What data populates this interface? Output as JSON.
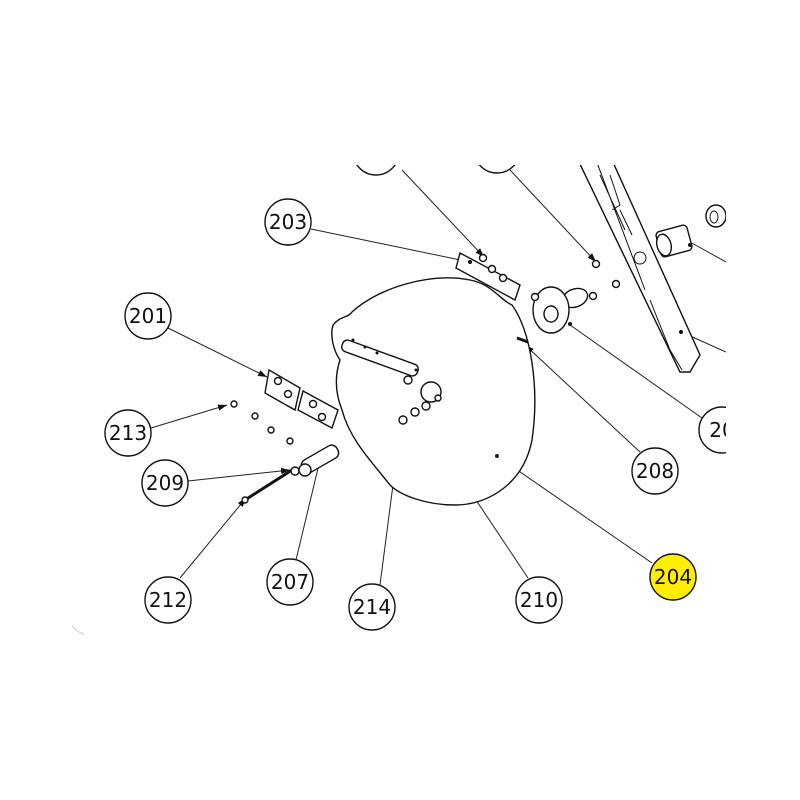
{
  "diagram": {
    "highlight_color": "#ffee00",
    "callouts": [
      {
        "id": "203",
        "text": "203",
        "highlighted": false
      },
      {
        "id": "201",
        "text": "201",
        "highlighted": false
      },
      {
        "id": "213",
        "text": "213",
        "highlighted": false
      },
      {
        "id": "209",
        "text": "209",
        "highlighted": false
      },
      {
        "id": "212",
        "text": "212",
        "highlighted": false
      },
      {
        "id": "207",
        "text": "207",
        "highlighted": false
      },
      {
        "id": "214",
        "text": "214",
        "highlighted": false
      },
      {
        "id": "210",
        "text": "210",
        "highlighted": false
      },
      {
        "id": "204",
        "text": "204",
        "highlighted": true
      },
      {
        "id": "208",
        "text": "208",
        "highlighted": false
      },
      {
        "id": "20x",
        "text": "20",
        "highlighted": false
      }
    ]
  }
}
